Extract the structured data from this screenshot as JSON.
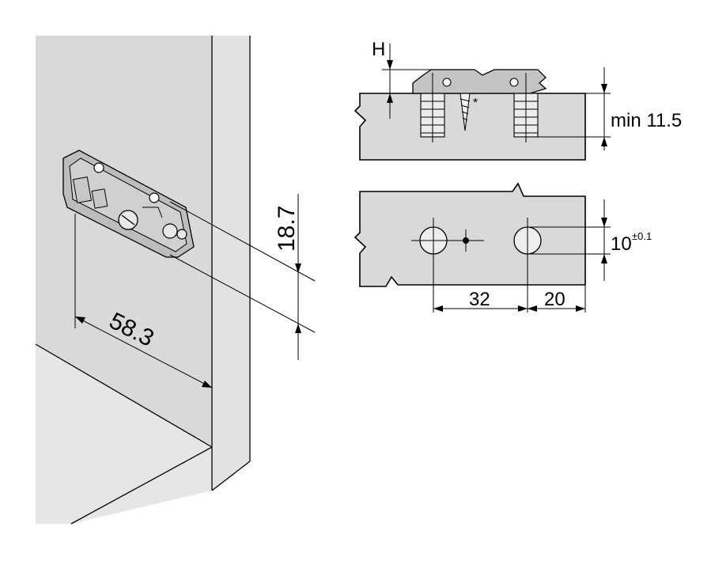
{
  "colors": {
    "panel_fill": "#d9d9d9",
    "panel_light": "#e6e6e6",
    "line": "#000000",
    "background": "#ffffff"
  },
  "labels": {
    "left_horizontal_dim": "58.3",
    "left_vertical_dim": "18.7",
    "height_label": "H",
    "screw_mark": "*",
    "min_thickness": "min 11.5",
    "spacing_32": "32",
    "edge_20": "20",
    "hole_dia_value": "10",
    "hole_dia_tolerance": "±0.1"
  },
  "icons": {
    "mounting_plate": "mounting-plate-icon",
    "screw": "screw-icon",
    "dowel": "dowel-icon"
  }
}
